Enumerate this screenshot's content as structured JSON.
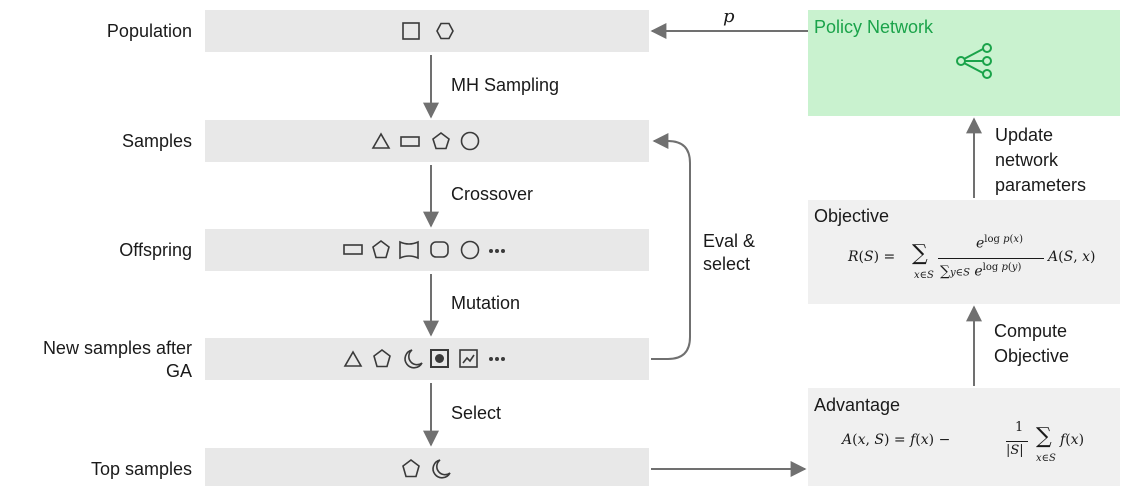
{
  "ga_rows": {
    "population": {
      "label": "Population",
      "shapes": [
        "square-icon",
        "hexagon-icon"
      ]
    },
    "samples": {
      "label": "Samples",
      "shapes": [
        "triangle-icon",
        "rectangle-icon",
        "pentagon-icon",
        "circle-icon"
      ]
    },
    "offspring": {
      "label": "Offspring",
      "shapes": [
        "rectangle-icon",
        "pentagon-icon",
        "flag-icon",
        "rounded-square-icon",
        "circle-icon",
        "ellipsis-icon"
      ]
    },
    "new_samples": {
      "label_line1": "New samples after",
      "label_line2": "GA",
      "shapes": [
        "triangle-icon",
        "pentagon-icon",
        "moon-icon",
        "dot-square-icon",
        "chart-square-icon",
        "ellipsis-icon"
      ]
    },
    "top_samples": {
      "label": "Top samples",
      "shapes": [
        "pentagon-icon",
        "moon-icon"
      ]
    }
  },
  "steps": {
    "mh_sampling": "MH Sampling",
    "crossover": "Crossover",
    "mutation": "Mutation",
    "select": "Select",
    "eval_select_line1": "Eval &",
    "eval_select_line2": "select"
  },
  "policy": {
    "title": "Policy Network",
    "icon": "share-network-icon",
    "color": "#1aa34a",
    "bg": "#c9f2cf",
    "edge_label": "p"
  },
  "update": {
    "line1": "Update",
    "line2": "network",
    "line3": "parameters"
  },
  "objective": {
    "title": "Objective",
    "formula": "R(S) = Σ_{x∈S} e^{log p(x)} / Σ_{y∈S} e^{log p(y)} · A(S, x)"
  },
  "compute": {
    "line1": "Compute",
    "line2": "Objective"
  },
  "advantage": {
    "title": "Advantage",
    "formula": "A(x, S) = f(x) − (1/|S|) Σ_{x∈S} f(x)"
  },
  "colors": {
    "row_bg": "#e8e8e8",
    "box_bg": "#f0f0f0",
    "arrow": "#707070",
    "shape_stroke": "#3a3a3a"
  }
}
